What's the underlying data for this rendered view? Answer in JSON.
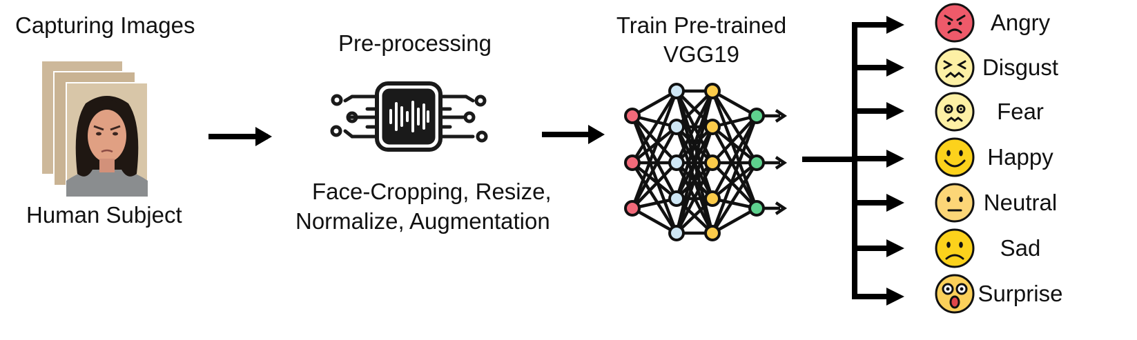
{
  "stages": {
    "capture": {
      "title": "Capturing Images",
      "caption": "Human Subject"
    },
    "preprocess": {
      "title": "Pre-processing",
      "caption_line1": "Face-Cropping, Resize,",
      "caption_line2": "Normalize, Augmentation"
    },
    "train": {
      "title_line1": "Train Pre-trained",
      "title_line2": "VGG19"
    }
  },
  "emotions": [
    {
      "label": "Angry",
      "icon": "angry-face-icon",
      "color": "#ee5a6a"
    },
    {
      "label": "Disgust",
      "icon": "disgust-face-icon",
      "color": "#fdf0a5"
    },
    {
      "label": "Fear",
      "icon": "fear-face-icon",
      "color": "#fdf0a5"
    },
    {
      "label": "Happy",
      "icon": "happy-face-icon",
      "color": "#fcd21c"
    },
    {
      "label": "Neutral",
      "icon": "neutral-face-icon",
      "color": "#fcd677"
    },
    {
      "label": "Sad",
      "icon": "sad-face-icon",
      "color": "#fcd21c"
    },
    {
      "label": "Surprise",
      "icon": "surprise-face-icon",
      "color": "#fbd05a"
    }
  ],
  "colors": {
    "node_input": "#f26a7a",
    "node_hidden1": "#cfe7f5",
    "node_hidden2": "#fbcb4a",
    "node_output": "#5ed28e",
    "photo_bg": "#d9c4a6"
  }
}
